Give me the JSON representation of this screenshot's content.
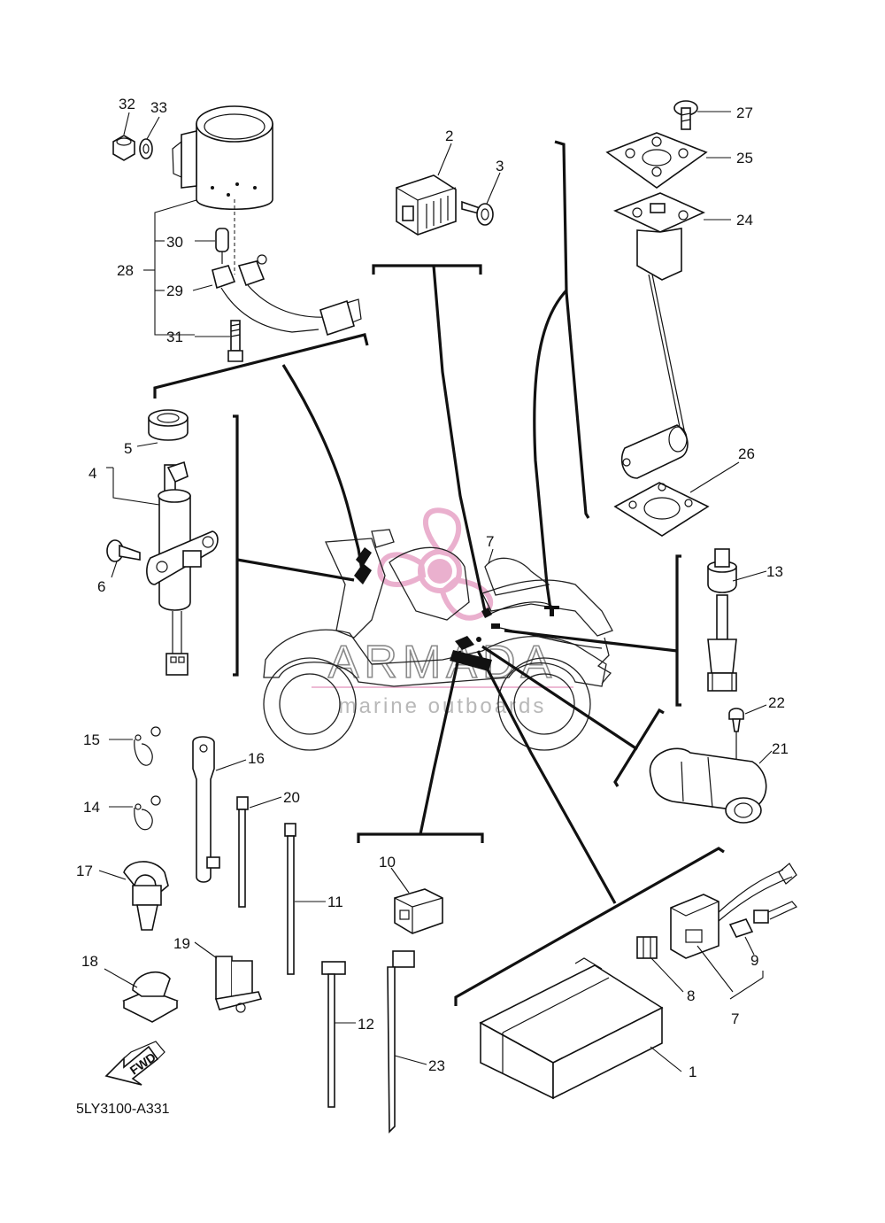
{
  "diagram": {
    "drawing_code": "5LY3100-A331",
    "direction_label": "FWD",
    "watermark": {
      "brand": "ARMADA",
      "tagline": "marine outboards",
      "logo_color": "#e7a3c6"
    },
    "callouts": [
      "1",
      "2",
      "3",
      "4",
      "5",
      "6",
      "7",
      "7",
      "8",
      "9",
      "10",
      "11",
      "12",
      "13",
      "14",
      "15",
      "16",
      "17",
      "18",
      "19",
      "20",
      "21",
      "22",
      "23",
      "24",
      "25",
      "26",
      "27",
      "28",
      "29",
      "30",
      "31",
      "32",
      "33"
    ]
  }
}
